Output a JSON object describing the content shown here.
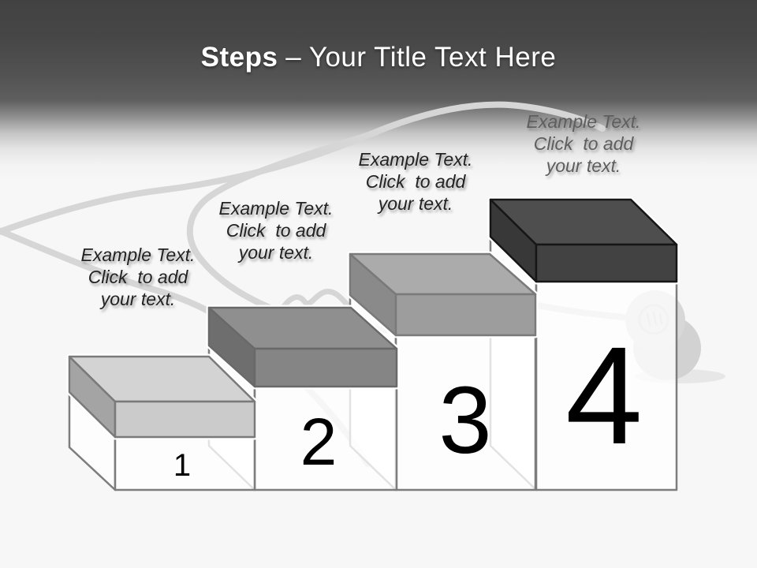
{
  "slide": {
    "title_bold": "Steps",
    "title_rest": "– Your Title Text Here"
  },
  "colors": {
    "header_top": "#424242",
    "header_fade_bottom": "#f7f7f7",
    "canvas_background": "#f7f7f7",
    "box_fill": "#ffffff",
    "box_outline": "#7d7d7d",
    "number_color": "#000000",
    "watermark_gray": "#d6d6d6"
  },
  "watermark": {
    "description": "faint stethoscope line-art"
  },
  "steps": [
    {
      "number": "1",
      "label_lines": [
        "Example Text.",
        "Click  to add",
        "your text."
      ],
      "lid": {
        "top": "#d3d3d3",
        "front": "#cbcbcb",
        "side": "#a4a4a4",
        "outline": "#7a7a7a"
      }
    },
    {
      "number": "2",
      "label_lines": [
        "Example Text.",
        "Click  to add",
        "your text."
      ],
      "lid": {
        "top": "#8f8f8f",
        "front": "#858585",
        "side": "#6e6e6e",
        "outline": "#696969"
      }
    },
    {
      "number": "3",
      "label_lines": [
        "Example Text.",
        "Click  to add",
        "your text."
      ],
      "lid": {
        "top": "#ababab",
        "front": "#9d9d9d",
        "side": "#8a8a8a",
        "outline": "#7a7a7a"
      }
    },
    {
      "number": "4",
      "label_lines": [
        "Example Text.",
        "Click  to add",
        "your text."
      ],
      "lid": {
        "top": "#4e4e4e",
        "front": "#424242",
        "side": "#383838",
        "outline": "#161616"
      }
    }
  ]
}
